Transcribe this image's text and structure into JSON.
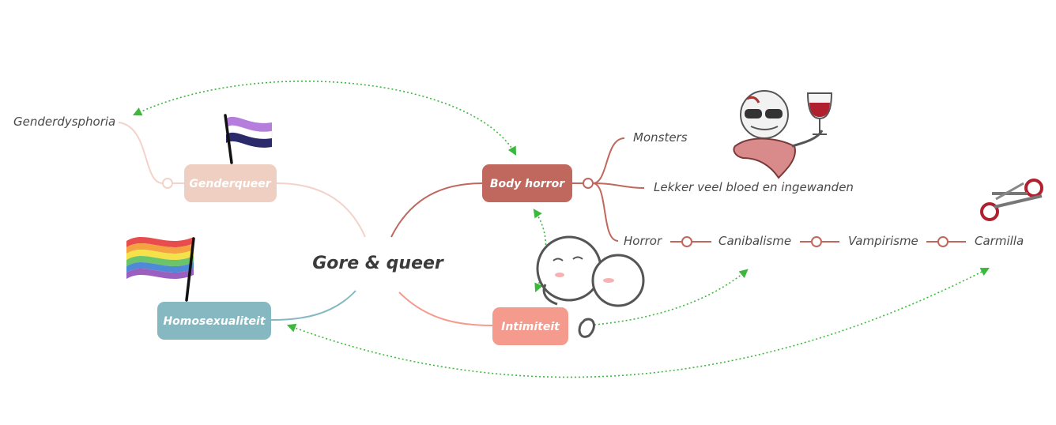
{
  "central_topic": "Gore & queer",
  "main_topics": {
    "genderqueer": "Genderqueer",
    "homosexualiteit": "Homosexualiteit",
    "body_horror": "Body horror",
    "intimiteit": "Intimiteit"
  },
  "subtopics": {
    "genderdysphoria": "Genderdysphoria",
    "monsters": "Monsters",
    "lekker": "Lekker veel bloed en ingewanden",
    "horror": "Horror",
    "canibalisme": "Canibalisme",
    "vampirisme": "Vampirisme",
    "carmilla": "Carmilla"
  },
  "colors": {
    "genderqueer": "#f0cfc3",
    "genderqueer_line": "#f3d3c9",
    "homosexualiteit": "#86b8c2",
    "body_horror": "#c0675e",
    "intimiteit": "#f49b8d",
    "relationship": "#3cb93c",
    "text": "#4a4a4a"
  },
  "icons": {
    "nonbinary_flag": "genderqueer-pride-flag-icon",
    "rainbow_flag": "rainbow-pride-flag-icon",
    "skeleton_wine": "skeleton-with-wine-sticker",
    "hugging": "hugging-characters-sticker",
    "scissors": "bloody-scissors-sticker"
  }
}
